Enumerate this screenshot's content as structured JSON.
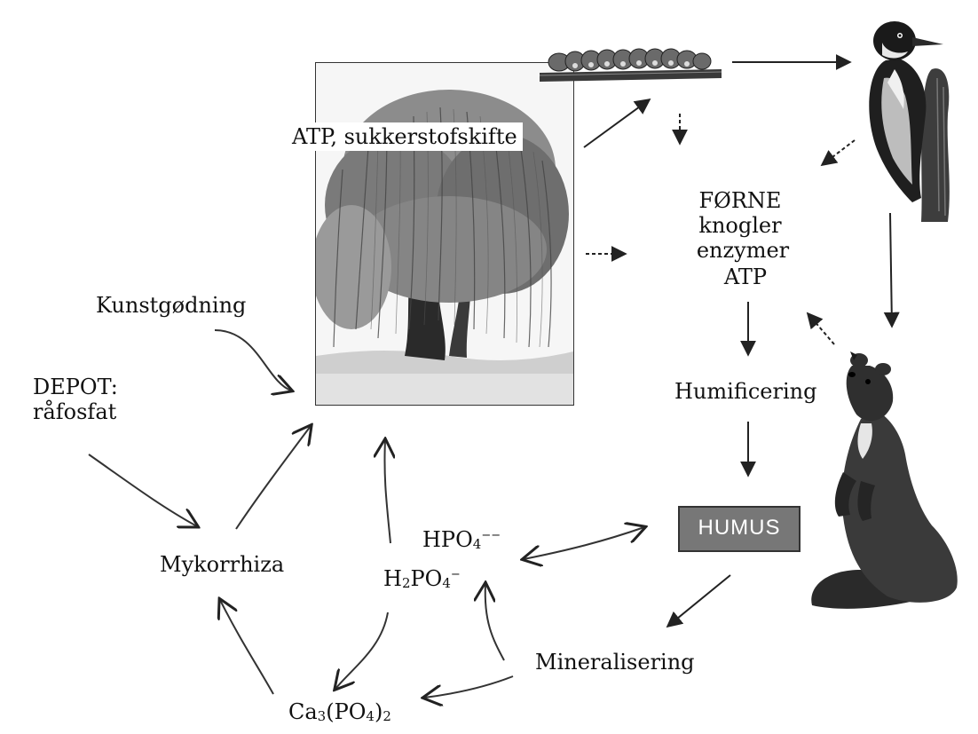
{
  "labels": {
    "atp": "ATP, sukkerstofskifte",
    "forne": "FØRNE",
    "knogler": "knogler",
    "enzymer": "enzymer",
    "atp2": "ATP",
    "humificering": "Humificering",
    "humus": "HUMUS",
    "mineralisering": "Mineralisering",
    "kunstgodning": "Kunstgødning",
    "depot_line1": "DEPOT:",
    "depot_line2": "råfosfat",
    "mykorrhiza": "Mykorrhiza",
    "hpo4_base": "HPO",
    "hpo4_sub": "4",
    "hpo4_sup": "−−",
    "h2po4_a": "H",
    "h2po4_sub1": "2",
    "h2po4_b": "PO",
    "h2po4_sub2": "4",
    "h2po4_sup": "−",
    "ca_a": "Ca",
    "ca_sub1": "3",
    "ca_b": "(PO",
    "ca_sub2": "4",
    "ca_c": ")",
    "ca_sub3": "2"
  },
  "icons": {
    "tree": "willow-tree-icon",
    "caterpillar": "caterpillar-icon",
    "woodpecker": "woodpecker-icon",
    "marten": "marten-icon"
  },
  "colors": {
    "humus_fill": "#777777",
    "line": "#222222"
  }
}
